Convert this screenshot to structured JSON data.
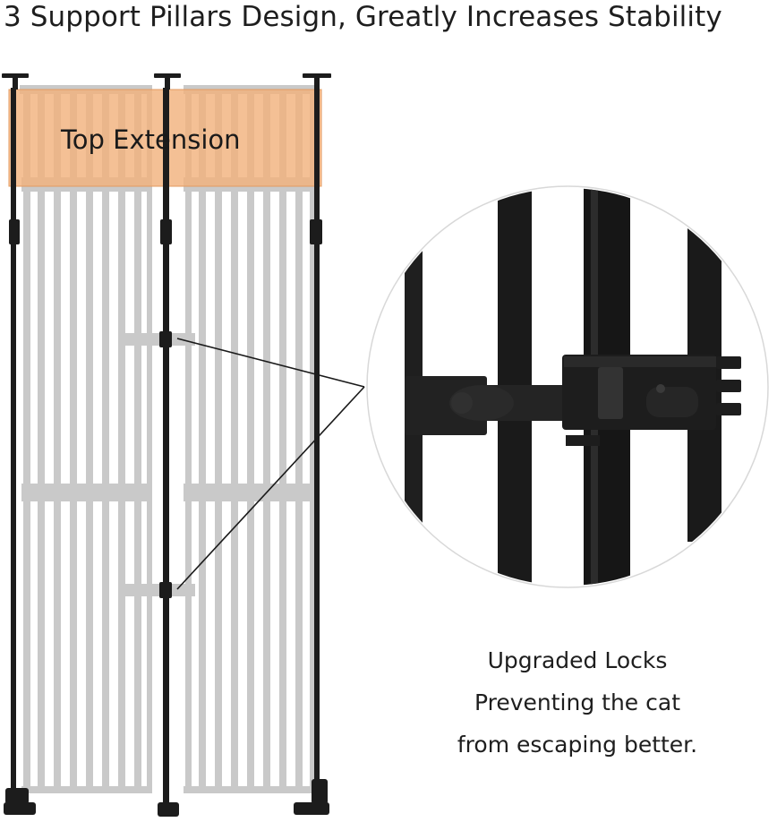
{
  "header": {
    "title": "3 Support Pillars Design, Greatly Increases Stability"
  },
  "diagram": {
    "extension_label": "Top Extension"
  },
  "caption": {
    "line1": "Upgraded Locks",
    "line2": "Preventing the cat",
    "line3": "from escaping better."
  },
  "colors": {
    "extension_fill": "#f2b27e",
    "panel_bar": "#c9c9c9",
    "pillar": "#1c1c1c",
    "lock": "#222222",
    "text": "#1e1e1e"
  }
}
